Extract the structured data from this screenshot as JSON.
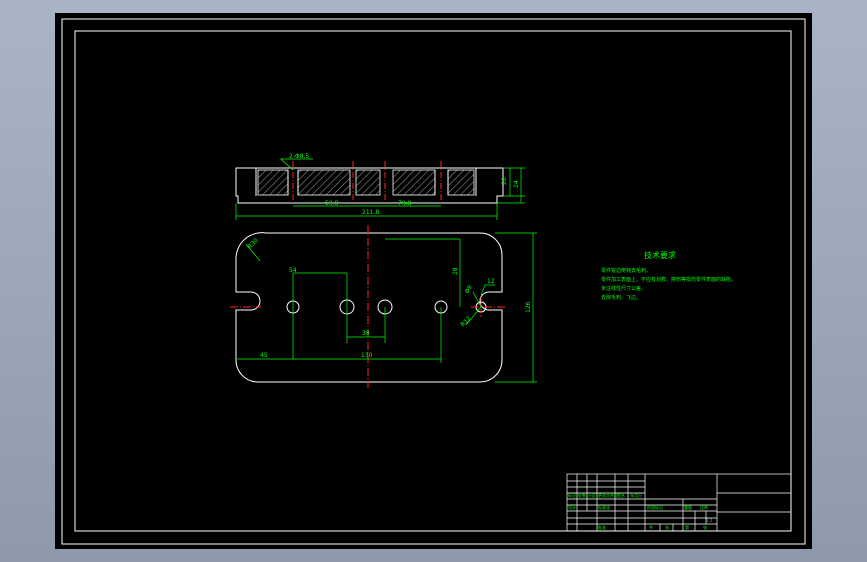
{
  "colors": {
    "background": "#000000",
    "frame": "#ffffff",
    "outline": "#ffffff",
    "dimension": "#00ff00",
    "centerline": "#ff2020",
    "hatch": "#8c8c8c",
    "text": "#00ff00"
  },
  "drawing": {
    "section_view": {
      "callout_label": "2-Φ8.5",
      "dim_thickness": "20",
      "dim_total_height": "24",
      "dim_left": "59.8",
      "dim_center": "79.8",
      "dim_overall": "211.8"
    },
    "plan_view": {
      "dim_radius": "R30",
      "dim_left_offset": "54",
      "dim_right_offset": "28",
      "dim_hole_spacing": "38",
      "dim_bottom_left": "45",
      "dim_bottom_span": "130",
      "dim_height": "126",
      "dim_slot": "Φ9",
      "dim_slot_width": "12",
      "dim_slot_radius": "R12"
    },
    "tech_requirements": {
      "title": "技术要求",
      "lines": [
        "零件锐边倒钝去毛刺。",
        "零件加工表面上，不应有划痕、擦伤等损伤零件表面的缺陷。",
        "未注线性尺寸公差。",
        "去除毛刺、飞边。"
      ]
    },
    "title_block": {
      "row_labels": [
        "标记",
        "处数",
        "分区",
        "更改文件号",
        "签名",
        "年月日"
      ],
      "design_label": "设计",
      "standard_label": "标准化",
      "stage_label": "阶段标记",
      "weight_label": "重量",
      "scale_label": "比例",
      "approve_label": "批准",
      "sheet_label": "共",
      "sheet_of_label": "张",
      "page_label": "第",
      "scale_value": "1:1"
    }
  }
}
